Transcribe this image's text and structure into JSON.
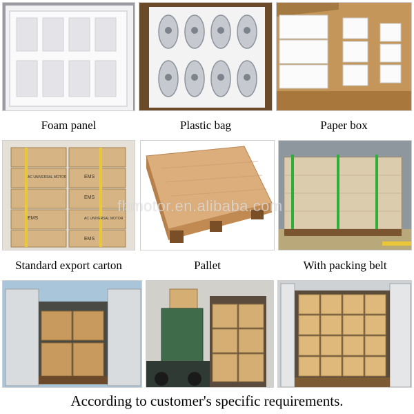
{
  "panels": [
    {
      "label": "Foam panel"
    },
    {
      "label": "Plastic bag"
    },
    {
      "label": "Paper box"
    },
    {
      "label": "Standard export carton"
    },
    {
      "label": "Pallet"
    },
    {
      "label": "With packing belt"
    }
  ],
  "box_marks": {
    "brand": "EMS",
    "subline": "AC UNIVERSAL MOTOR"
  },
  "watermark": "fhmotor.en.alibaba.com",
  "footer": "According to customer's specific requirements.",
  "colors": {
    "foam": "#f4f4f6",
    "cardboard": "#c89a5a",
    "wood": "#d8a877",
    "belt": "#2fae3a"
  }
}
